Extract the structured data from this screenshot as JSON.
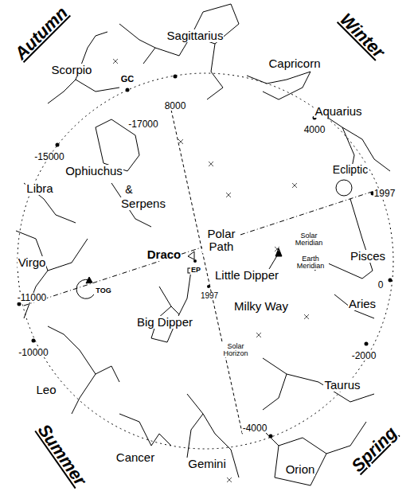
{
  "diagram": {
    "labels": [
      "Autumn",
      "Winter",
      "Summer",
      "Spring",
      "Sagittarius",
      "Capricorn",
      "Scorpio",
      "GC",
      "8000",
      "-17000",
      "-15000",
      "Aquarius",
      "4000",
      "Ophiuchus",
      "&",
      "Serpens",
      "Libra",
      "Ecliptic",
      "1997",
      "Polar Path",
      "Solar Meridian",
      "Earth Meridian",
      "Draco",
      "EP",
      "Little Dipper",
      "Pisces",
      "0",
      "Virgo",
      "-11000",
      "TOG",
      "1997",
      "Big Dipper",
      "Milky Way",
      "Aries",
      "-2000",
      "-10000",
      "Solar Horizon",
      "Taurus",
      "-4000",
      "Leo",
      "Cancer",
      "Gemini",
      "Orion"
    ]
  }
}
